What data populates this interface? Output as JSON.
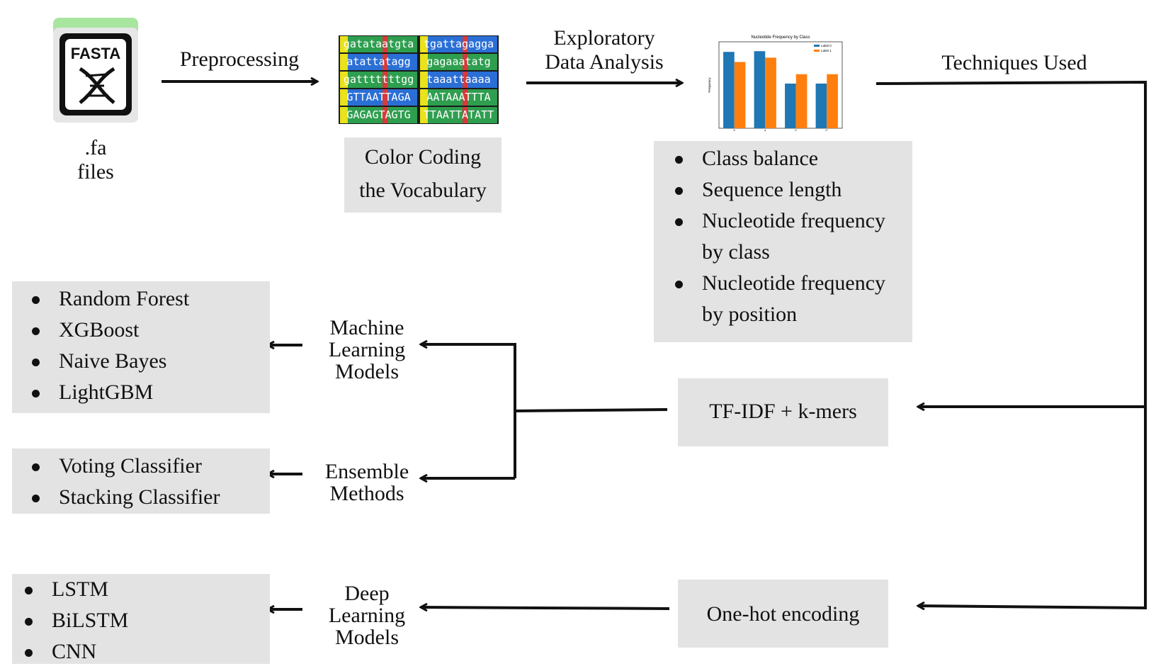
{
  "input": {
    "icon_text": "FASTA",
    "label_line1": ".fa",
    "label_line2": "files"
  },
  "steps": {
    "preprocessing": "Preprocessing",
    "eda_line1": "Exploratory",
    "eda_line2": "Data Analysis",
    "techniques": "Techniques Used"
  },
  "color_coding": {
    "line1": "Color Coding",
    "line2": "the Vocabulary",
    "rows": [
      [
        "gatataatgta",
        "tgattagagga"
      ],
      [
        "atattatagg",
        "gagaaatatg"
      ],
      [
        "gatttttttgg",
        "taaattaaaa"
      ],
      [
        "GTTAATTAGA",
        "AATAAATTTA"
      ],
      [
        "GAGAGTAGTG",
        "TTAATTATATT"
      ]
    ]
  },
  "eda_items": [
    [
      "Class balance"
    ],
    [
      "Sequence length"
    ],
    [
      "Nucleotide frequency",
      "by class"
    ],
    [
      "Nucleotide frequency",
      "by position"
    ]
  ],
  "mini_chart": {
    "title": "Nucleotide Frequency by Class",
    "legend": [
      "Label 0",
      "Label 1"
    ],
    "colors": [
      "#1f77b4",
      "#ff7f0e"
    ],
    "categories": [
      "T",
      "A",
      "C",
      "G"
    ],
    "series": [
      {
        "name": "Label 0",
        "values": [
          1.06,
          1.07,
          0.62,
          0.62
        ]
      },
      {
        "name": "Label 1",
        "values": [
          0.92,
          0.98,
          0.75,
          0.75
        ]
      }
    ],
    "ylim": [
      0,
      1.2
    ],
    "ylabel": "Frequency"
  },
  "techniques": {
    "tfidf": "TF-IDF + k-mers",
    "onehot": "One-hot encoding"
  },
  "models": {
    "ml_label": [
      "Machine",
      "Learning",
      "Models"
    ],
    "ml_items": [
      "Random Forest",
      "XGBoost",
      "Naive Bayes",
      "LightGBM"
    ],
    "ens_label": [
      "Ensemble",
      "Methods"
    ],
    "ens_items": [
      "Voting Classifier",
      "Stacking Classifier"
    ],
    "dl_label": [
      "Deep",
      "Learning",
      "Models"
    ],
    "dl_items": [
      "LSTM",
      "BiLSTM",
      "CNN"
    ]
  },
  "colors": {
    "box_bg": "#e3e3e3",
    "fasta_green": "#a8e6a0",
    "tile_green": "#2e9e4f",
    "tile_blue": "#2a6fd6",
    "tile_yellow": "#e9e21c",
    "tile_red": "#d63a3a"
  }
}
